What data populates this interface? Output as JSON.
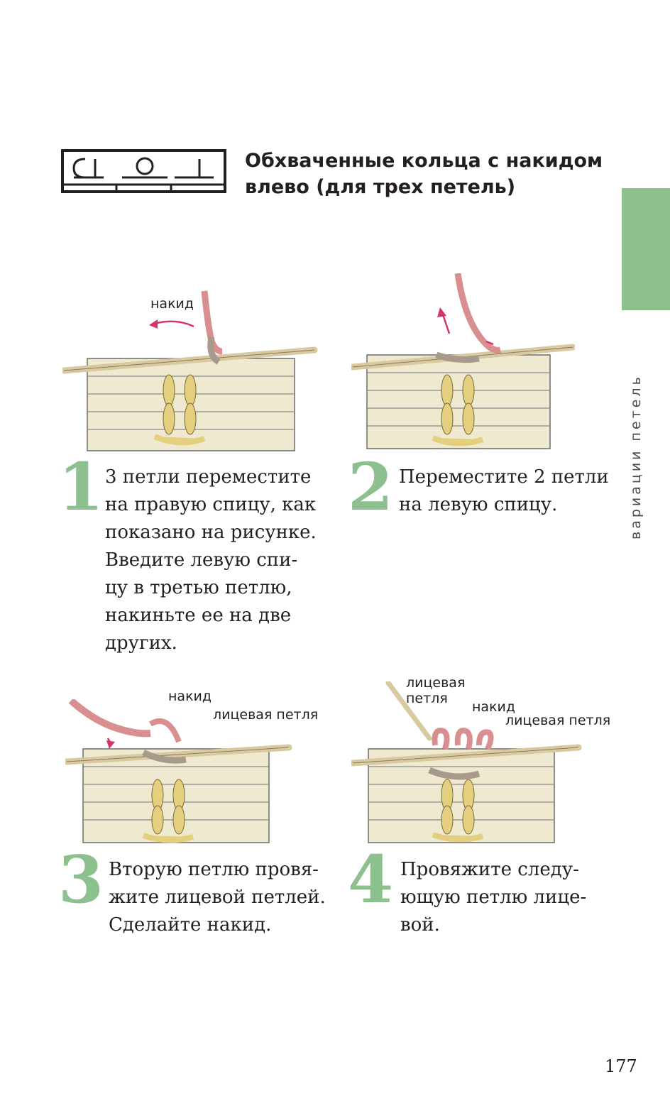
{
  "title": "Обхваченные кольца с накидом влево (для трех петель)",
  "side_label": "вариации петель",
  "page_number": "177",
  "colors": {
    "accent": "#8cc08f",
    "yarn_cream": "#efe9cf",
    "yarn_yellow": "#e3cf7e",
    "yarn_pink": "#d98e8f",
    "yarn_taupe": "#a89a8b",
    "arrow": "#d6336c"
  },
  "steps": [
    {
      "number": "1",
      "text": "3 петли переместите\nна правую спицу, как\nпоказано на рисунке.\nВведите левую спи-\nцу в третью петлю,\nнакиньте ее на две\nдругих.",
      "labels": [
        "накид"
      ]
    },
    {
      "number": "2",
      "text": "Переместите 2 петли\nна левую спицу.",
      "labels": []
    },
    {
      "number": "3",
      "text": "Вторую петлю провя-\nжите лицевой петлей.\nСделайте накид.",
      "labels": [
        "накид",
        "лицевая петля"
      ]
    },
    {
      "number": "4",
      "text": "Провяжите следу-\nющую петлю лице-\nвой.",
      "labels": [
        "лицевая\nпетля",
        "накид",
        "лицевая петля"
      ]
    }
  ]
}
